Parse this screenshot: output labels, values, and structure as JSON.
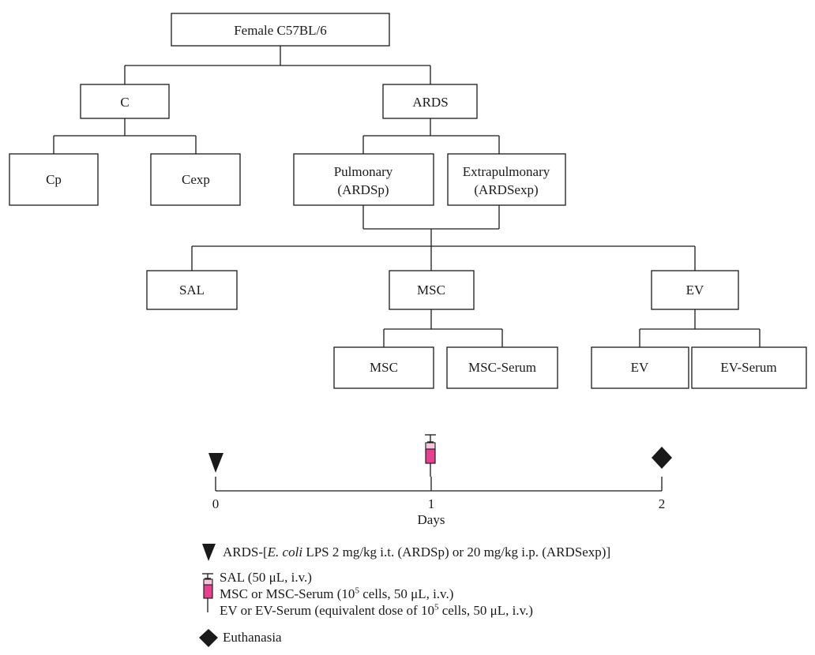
{
  "tree": {
    "root": "Female C57BL/6",
    "control": "C",
    "control_pulmonary": "Cp",
    "control_extrapulmonary": "Cexp",
    "ards": "ARDS",
    "pulmonary": {
      "line1": "Pulmonary",
      "line2": "(ARDSp)"
    },
    "extrapulmonary": {
      "line1": "Extrapulmonary",
      "line2": "(ARDSexp)"
    },
    "sal": "SAL",
    "msc": "MSC",
    "ev": "EV",
    "msc_sub": "MSC",
    "msc_serum": "MSC-Serum",
    "ev_sub": "EV",
    "ev_serum": "EV-Serum"
  },
  "timeline": {
    "ticks": [
      "0",
      "1",
      "2"
    ],
    "axis_label": "Days"
  },
  "legend": {
    "ards": {
      "prefix": "ARDS-[",
      "organism": "E. coli",
      "rest": " LPS 2 mg/kg i.t. (ARDSp) or 20 mg/kg i.p. (ARDSexp)]"
    },
    "sal": "SAL (50 μL, i.v.)",
    "msc": {
      "pre": "MSC or MSC-Serum (10",
      "sup": "5",
      "post": " cells, 50 μL, i.v.)"
    },
    "ev": {
      "pre": "EV or EV-Serum (equivalent dose of 10",
      "sup": "5",
      "post": " cells, 50 μL, i.v.)"
    },
    "euthanasia": "Euthanasia"
  },
  "colors": {
    "syringe_fill": "#e6418f",
    "syringe_light": "#f7c6dc",
    "line": "#1a1a1a"
  },
  "icons": {
    "injection": "syringe-icon",
    "ards_marker": "triangle-down-icon",
    "euthanasia_marker": "diamond-icon"
  }
}
